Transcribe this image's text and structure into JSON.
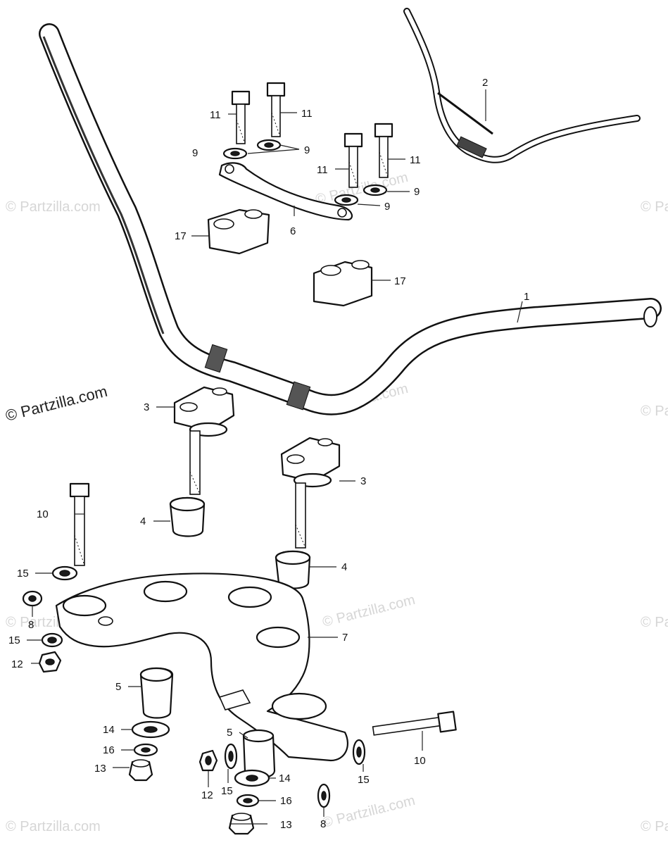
{
  "watermark": {
    "main": "© Partzilla.com",
    "faint": "© Partzilla.com"
  },
  "callouts": [
    {
      "id": "c1",
      "label": "1"
    },
    {
      "id": "c2",
      "label": "2"
    },
    {
      "id": "c3a",
      "label": "3"
    },
    {
      "id": "c3b",
      "label": "3"
    },
    {
      "id": "c4a",
      "label": "4"
    },
    {
      "id": "c4b",
      "label": "4"
    },
    {
      "id": "c5a",
      "label": "5"
    },
    {
      "id": "c5b",
      "label": "5"
    },
    {
      "id": "c6",
      "label": "6"
    },
    {
      "id": "c7",
      "label": "7"
    },
    {
      "id": "c8a",
      "label": "8"
    },
    {
      "id": "c8b",
      "label": "8"
    },
    {
      "id": "c9a",
      "label": "9"
    },
    {
      "id": "c9b",
      "label": "9"
    },
    {
      "id": "c9c",
      "label": "9"
    },
    {
      "id": "c9d",
      "label": "9"
    },
    {
      "id": "c10a",
      "label": "10"
    },
    {
      "id": "c10b",
      "label": "10"
    },
    {
      "id": "c11a",
      "label": "11"
    },
    {
      "id": "c11b",
      "label": "11"
    },
    {
      "id": "c11c",
      "label": "11"
    },
    {
      "id": "c11d",
      "label": "11"
    },
    {
      "id": "c12a",
      "label": "12"
    },
    {
      "id": "c12b",
      "label": "12"
    },
    {
      "id": "c13a",
      "label": "13"
    },
    {
      "id": "c13b",
      "label": "13"
    },
    {
      "id": "c14a",
      "label": "14"
    },
    {
      "id": "c14b",
      "label": "14"
    },
    {
      "id": "c15a",
      "label": "15"
    },
    {
      "id": "c15b",
      "label": "15"
    },
    {
      "id": "c15c",
      "label": "15"
    },
    {
      "id": "c15d",
      "label": "15"
    },
    {
      "id": "c16a",
      "label": "16"
    },
    {
      "id": "c16b",
      "label": "16"
    },
    {
      "id": "c17a",
      "label": "17"
    },
    {
      "id": "c17b",
      "label": "17"
    }
  ]
}
